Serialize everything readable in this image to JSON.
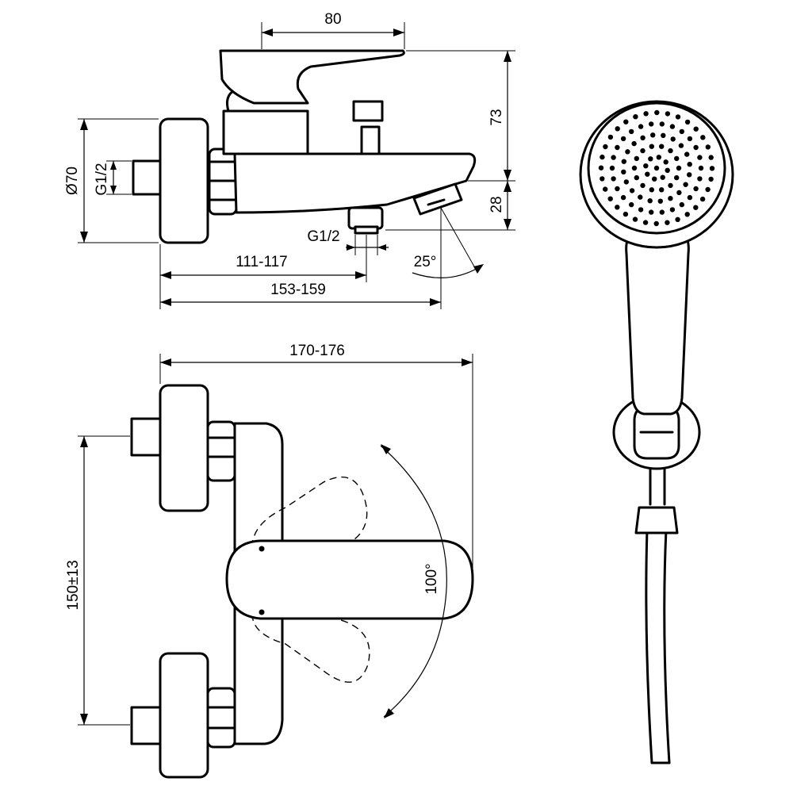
{
  "dimensions": {
    "top_width": "80",
    "spout_height": "73",
    "outlet_height": "28",
    "rosette_diameter": "Ø70",
    "inlet_thread": "G1/2",
    "outlet_thread": "G1/2",
    "outlet_distance": "111-117",
    "spout_projection": "153-159",
    "spout_angle": "25°",
    "overall_width": "170-176",
    "inlet_spacing": "150±13",
    "lever_rotation": "100°"
  }
}
